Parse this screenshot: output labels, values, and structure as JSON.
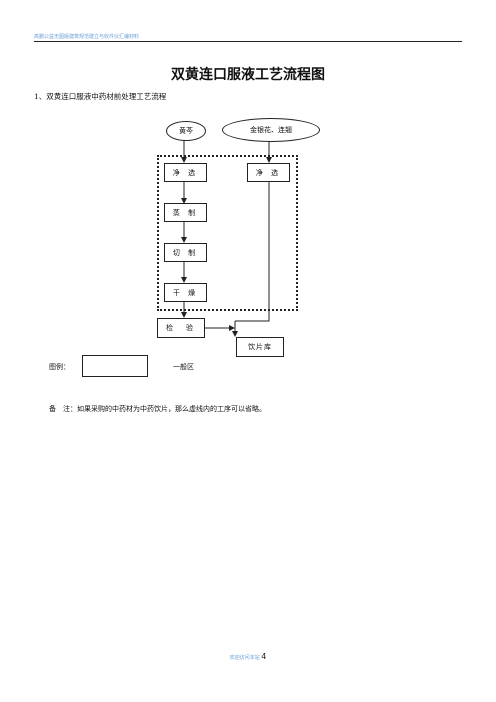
{
  "header": {
    "text": "高鹏公益无图版建筑规范建立与收件仪汇编材料"
  },
  "document": {
    "title": "双黄连口服液工艺流程图",
    "section_prefix": "1、双黄连口服液",
    "section_rest": "中药材前处理工艺流程"
  },
  "flow": {
    "left_source": "黄芩",
    "right_source": "金银花、连翘",
    "left_steps": [
      "净 选",
      "蒸 制",
      "切 制",
      "干 燥"
    ],
    "right_step": "净 选",
    "inspect": "检　验",
    "storage": "饮片库"
  },
  "legend": {
    "label": "图例：",
    "description": "一般区"
  },
  "note": "备　注：如果采购的中药材为中药饮片，那么虚线内的工序可以省略。",
  "footer": {
    "prefix": "欢迎访问本站",
    "page": "4"
  }
}
